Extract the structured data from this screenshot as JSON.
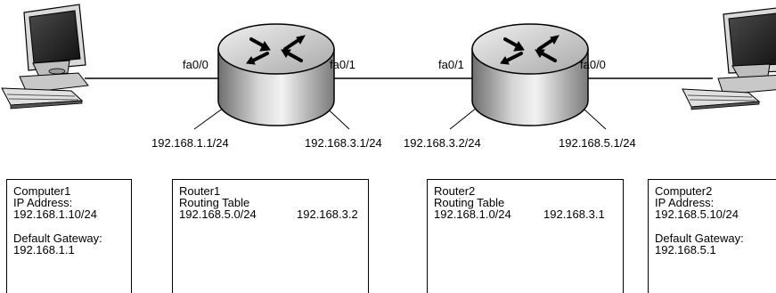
{
  "interfaces": {
    "r1_left": "fa0/0",
    "r1_right": "fa0/1",
    "r2_left": "fa0/1",
    "r2_right": "fa0/0"
  },
  "ip_labels": {
    "r1_left": "192.168.1.1/24",
    "r1_right": "192.168.3.1/24",
    "r2_left": "192.168.3.2/24",
    "r2_right": "192.168.5.1/24"
  },
  "computer1": {
    "name": "Computer1",
    "ip_label": "IP Address:",
    "ip": "192.168.1.10/24",
    "gw_label": "Default Gateway:",
    "gw": "192.168.1.1"
  },
  "router1": {
    "name": "Router1",
    "table_label": "Routing Table",
    "routes": [
      {
        "network": "192.168.5.0/24",
        "next_hop": "192.168.3.2"
      }
    ]
  },
  "router2": {
    "name": "Router2",
    "table_label": "Routing Table",
    "routes": [
      {
        "network": "192.168.1.0/24",
        "next_hop": "192.168.3.1"
      }
    ]
  },
  "computer2": {
    "name": "Computer2",
    "ip_label": "IP Address:",
    "ip": "192.168.5.10/24",
    "gw_label": "Default Gateway:",
    "gw": "192.168.5.1"
  }
}
